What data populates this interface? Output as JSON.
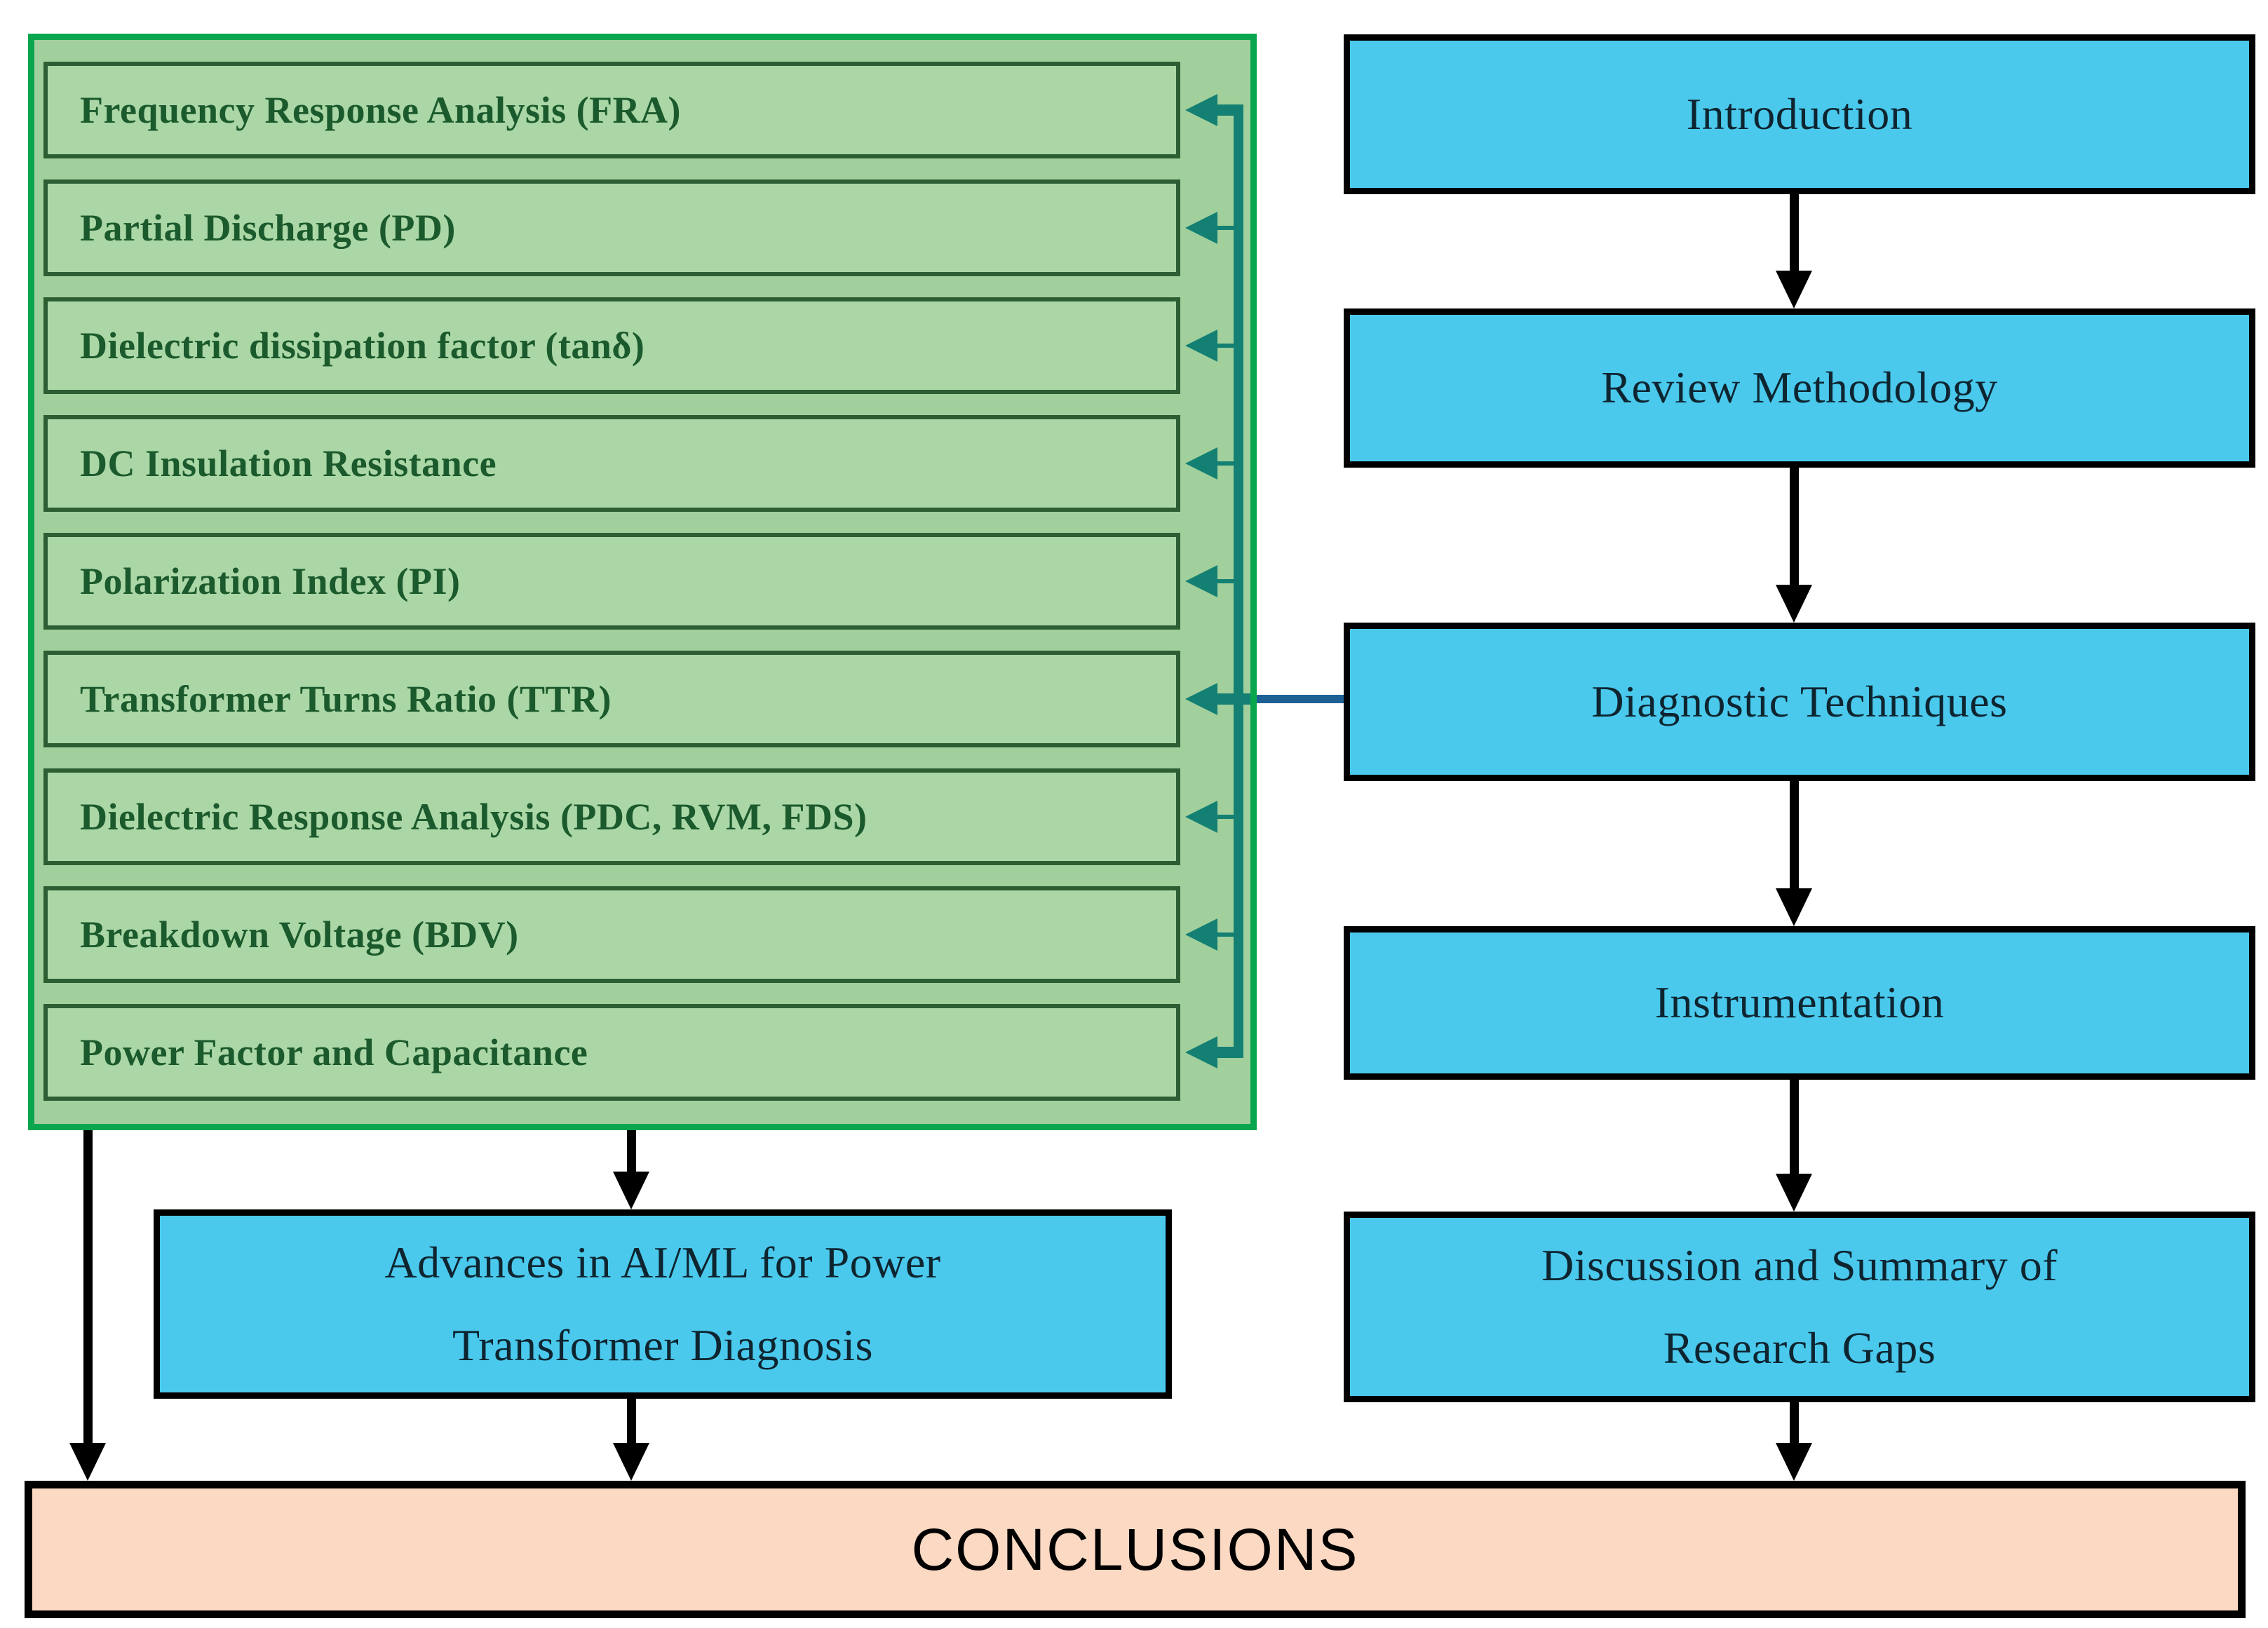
{
  "diagram": {
    "green_panel": {
      "items": [
        {
          "label": "Frequency Response Analysis (FRA)"
        },
        {
          "label": "Partial Discharge (PD)"
        },
        {
          "label": "Dielectric dissipation factor (tanδ)"
        },
        {
          "label": "DC Insulation Resistance"
        },
        {
          "label": "Polarization Index (PI)"
        },
        {
          "label": "Transformer Turns Ratio (TTR)"
        },
        {
          "label": "Dielectric Response Analysis (PDC, RVM, FDS)"
        },
        {
          "label": "Breakdown Voltage (BDV)"
        },
        {
          "label": "Power Factor and Capacitance"
        }
      ]
    },
    "flow_steps": [
      {
        "label": "Introduction"
      },
      {
        "label": "Review Methodology"
      },
      {
        "label": "Diagnostic Techniques"
      },
      {
        "label": "Instrumentation"
      },
      {
        "label": "Discussion and Summary of Research Gaps"
      }
    ],
    "ai_ml_box": {
      "label": "Advances in AI/ML for Power Transformer Diagnosis"
    },
    "conclusions_box": {
      "label": "CONCLUSIONS"
    },
    "colors": {
      "panel_border": "#0aa64e",
      "panel_fill": "#a2d09c",
      "item_fill": "#abd7a6",
      "item_border": "#2d5e33",
      "item_text": "#1b5a2d",
      "teal_connector": "#148073",
      "blue_connector": "#1d6094",
      "step_fill": "#4ac9ed",
      "step_border": "#000000",
      "step_text": "#0e2530",
      "conclusions_fill": "#fbd9c3",
      "arrow": "#000000"
    }
  }
}
